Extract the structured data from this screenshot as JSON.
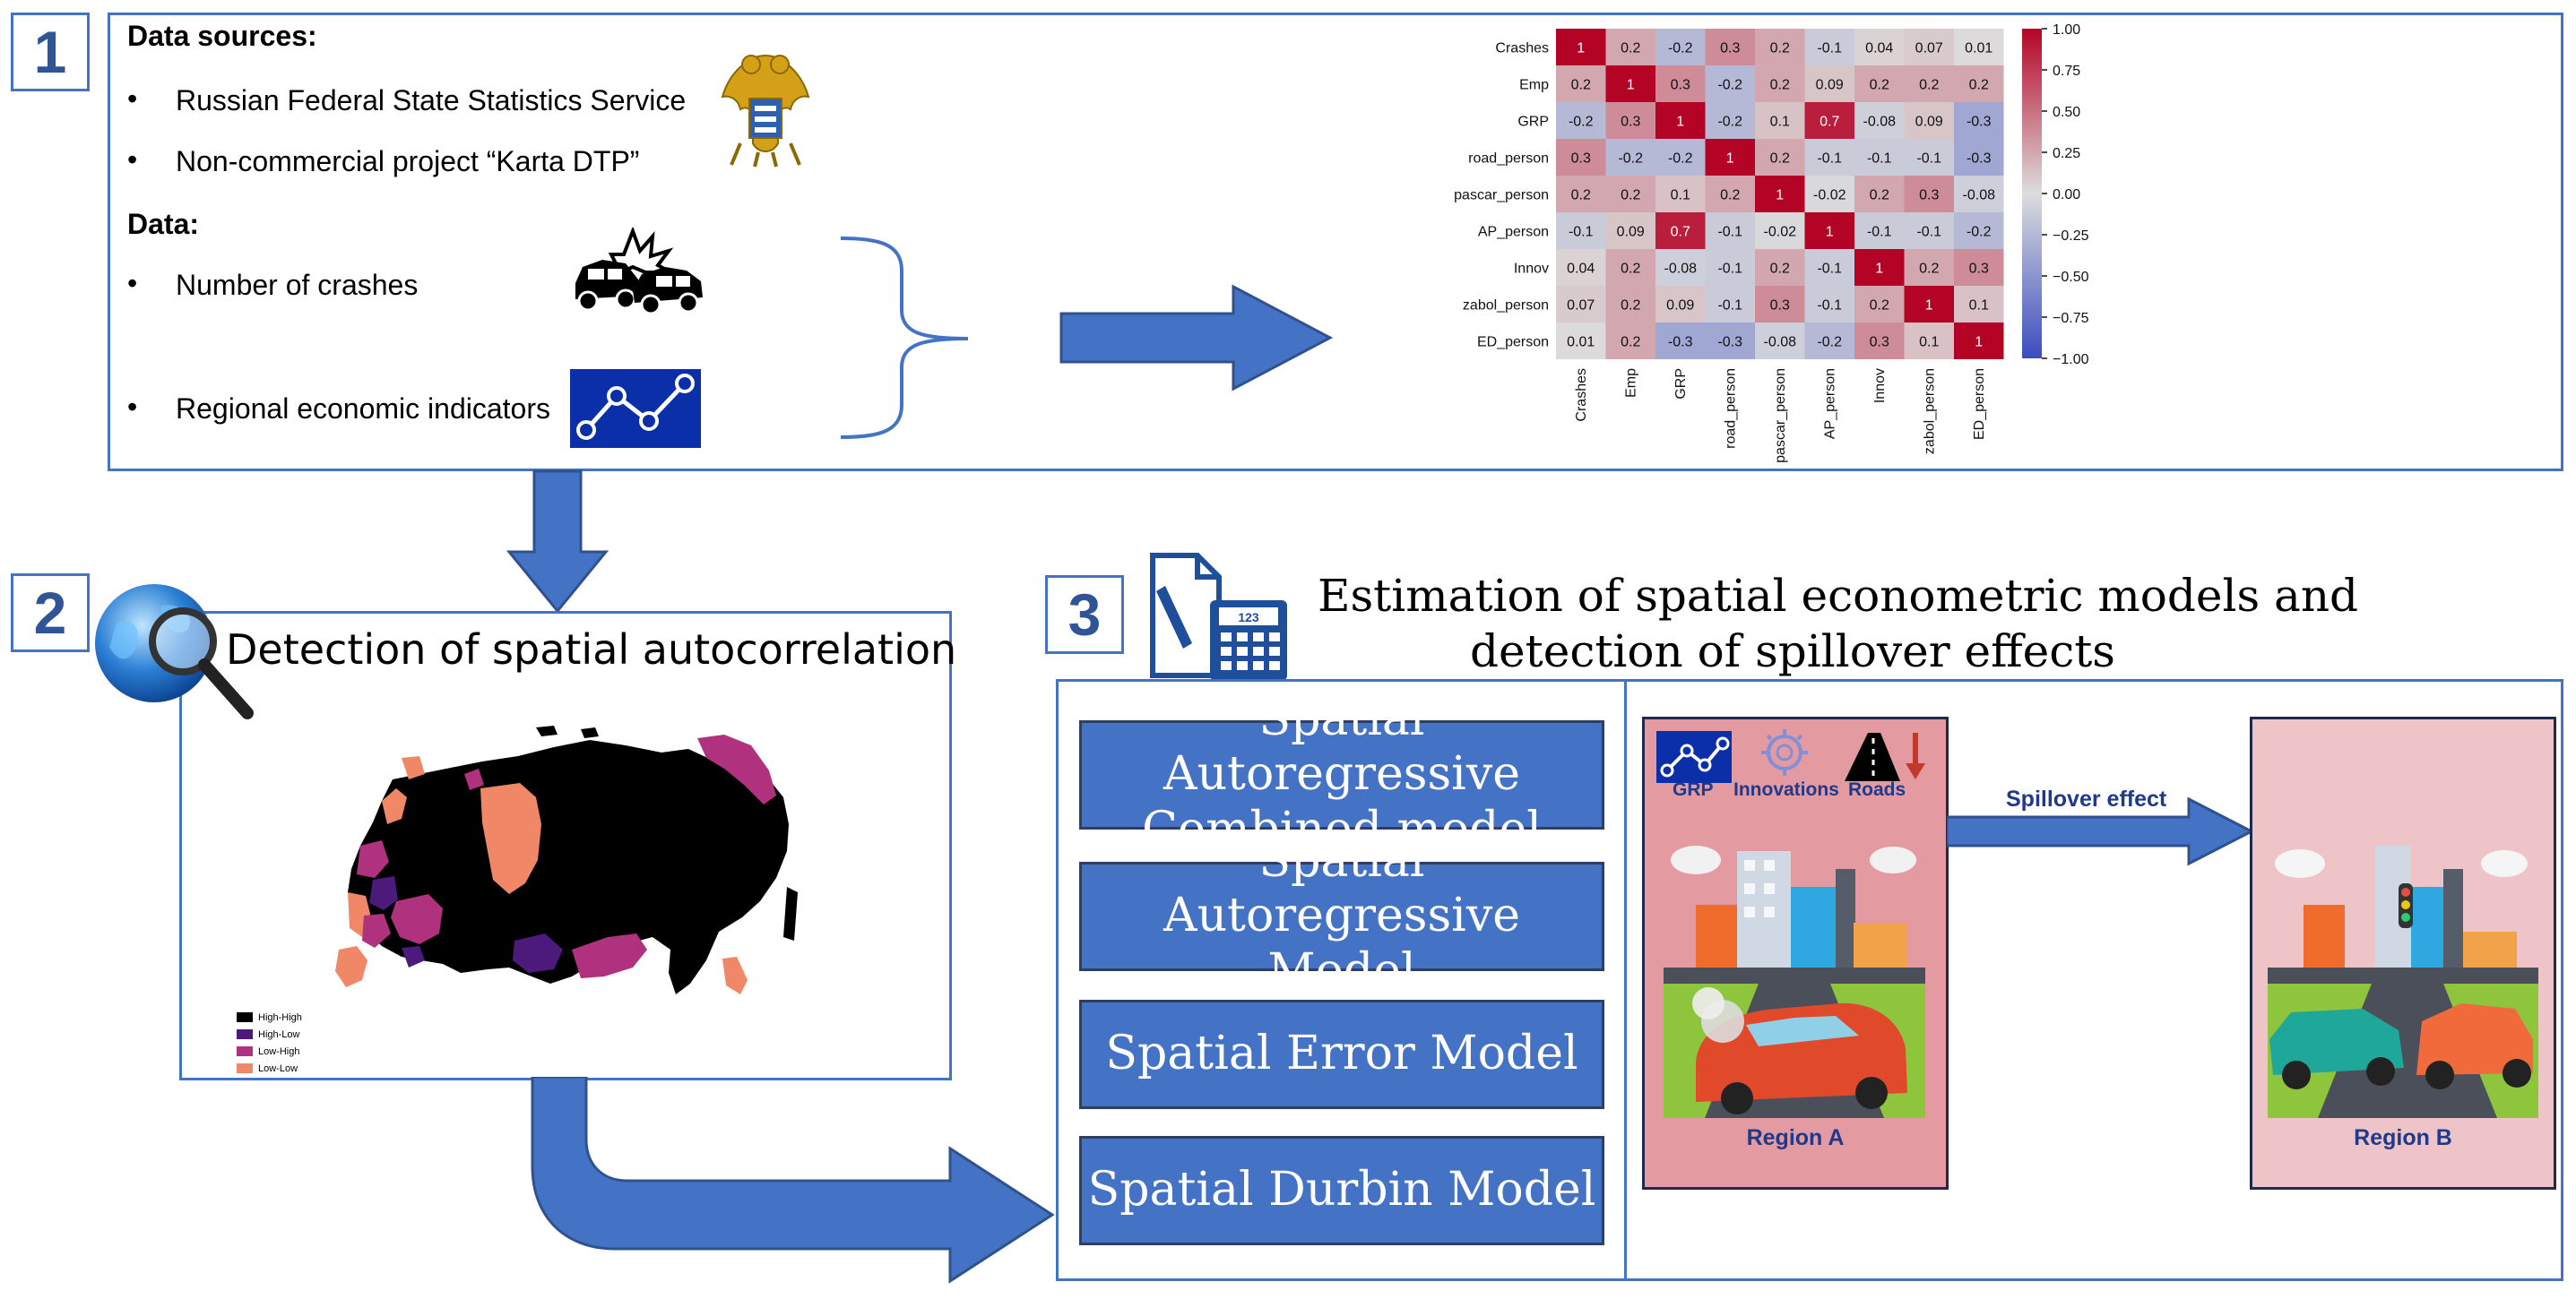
{
  "steps": {
    "step1": {
      "number": "1"
    },
    "step2": {
      "number": "2",
      "title": "Detection of spatial autocorrelation"
    },
    "step3": {
      "number": "3",
      "title_line1": "Estimation of spatial econometric models and",
      "title_line2": "detection of spillover effects"
    }
  },
  "data_sources": {
    "heading": "Data sources:",
    "items": [
      "Russian Federal State Statistics Service",
      "Non-commercial project “Karta DTP”"
    ]
  },
  "data": {
    "heading": "Data:",
    "items": [
      "Number of crashes",
      "Regional economic indicators"
    ]
  },
  "heatmap": {
    "variables": [
      "Crashes",
      "Emp",
      "GRP",
      "road_person",
      "pascar_person",
      "AP_person",
      "Innov",
      "zabol_person",
      "ED_person"
    ],
    "matrix": [
      [
        "1",
        "0.2",
        "-0.2",
        "0.3",
        "0.2",
        "-0.1",
        "0.04",
        "0.07",
        "0.01"
      ],
      [
        "0.2",
        "1",
        "0.3",
        "-0.2",
        "0.2",
        "0.09",
        "0.2",
        "0.2",
        "0.2"
      ],
      [
        "-0.2",
        "0.3",
        "1",
        "-0.2",
        "0.1",
        "0.7",
        "-0.08",
        "0.09",
        "-0.3"
      ],
      [
        "0.3",
        "-0.2",
        "-0.2",
        "1",
        "0.2",
        "-0.1",
        "-0.1",
        "-0.1",
        "-0.3"
      ],
      [
        "0.2",
        "0.2",
        "0.1",
        "0.2",
        "1",
        "-0.02",
        "0.2",
        "0.3",
        "-0.08"
      ],
      [
        "-0.1",
        "0.09",
        "0.7",
        "-0.1",
        "-0.02",
        "1",
        "-0.1",
        "-0.1",
        "-0.2"
      ],
      [
        "0.04",
        "0.2",
        "-0.08",
        "-0.1",
        "0.2",
        "-0.1",
        "1",
        "0.2",
        "0.3"
      ],
      [
        "0.07",
        "0.2",
        "0.09",
        "-0.1",
        "0.3",
        "-0.1",
        "0.2",
        "1",
        "0.1"
      ],
      [
        "0.01",
        "0.2",
        "-0.3",
        "-0.3",
        "-0.08",
        "-0.2",
        "0.3",
        "0.1",
        "1"
      ]
    ],
    "colorbar_ticks": [
      "1.00",
      "0.75",
      "0.50",
      "0.25",
      "0.00",
      "−0.25",
      "−0.50",
      "−0.75",
      "−1.00"
    ]
  },
  "map_legend": [
    "High-High",
    "High-Low",
    "Low-High",
    "Low-Low"
  ],
  "map_colors": {
    "high_high": "#000000",
    "high_low": "#4b1a7a",
    "low_high": "#b0327e",
    "low_low": "#f08868"
  },
  "models": [
    {
      "line1": "Spatial Autoregressive",
      "line2": "Combined model"
    },
    {
      "line1": "Spatial Autoregressive",
      "line2": "Model"
    },
    {
      "line1": "Spatial Error Model",
      "line2": ""
    },
    {
      "line1": "Spatial Durbin Model",
      "line2": ""
    }
  ],
  "spillover": {
    "icons": [
      "GRP",
      "Innovations",
      "Roads"
    ],
    "arrow_label": "Spillover effect",
    "region_a": "Region A",
    "region_b": "Region B"
  },
  "colors": {
    "accent": "#4472c4",
    "dark_blue": "#1f3a8a"
  }
}
